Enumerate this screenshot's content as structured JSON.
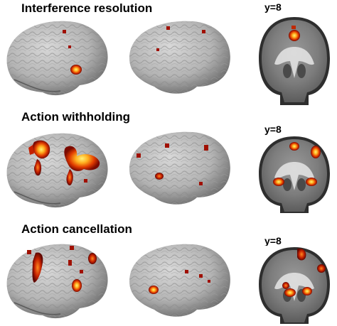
{
  "rows": [
    {
      "title": "Interference resolution",
      "coord": "y=8"
    },
    {
      "title": "Action withholding",
      "coord": "y=8"
    },
    {
      "title": "Action cancellation",
      "coord": "y=8"
    }
  ],
  "colors": {
    "brain_light": "#c8c8c8",
    "brain_dark": "#6f6f6f",
    "activation_low": "#8a0f00",
    "activation_mid": "#e23a00",
    "activation_high": "#ffd23a",
    "coronal_bg": "#2f2f2f"
  }
}
